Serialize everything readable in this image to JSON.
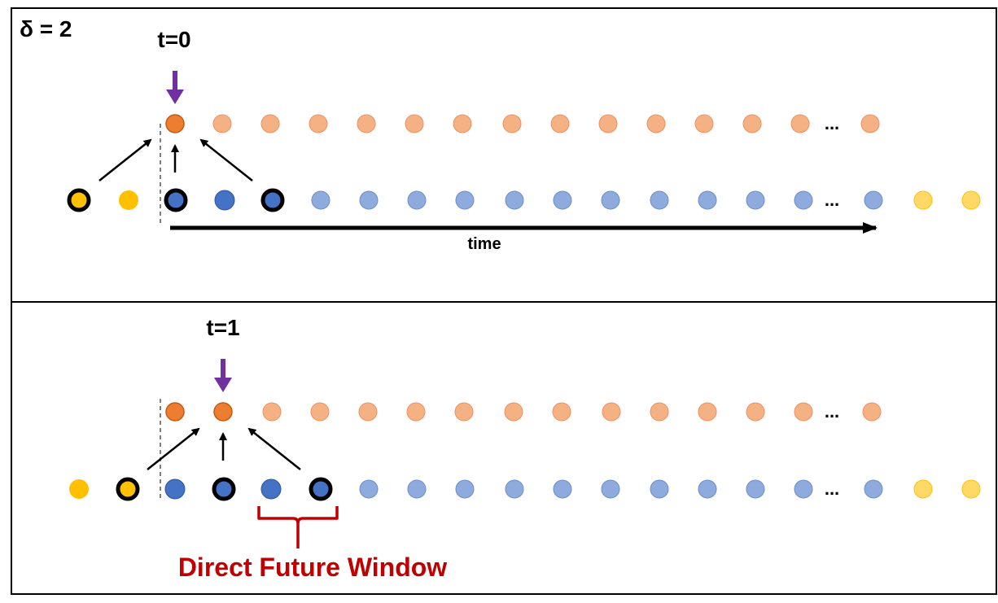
{
  "title": "δ = 2",
  "colors": {
    "orange_active": "#ED7D31",
    "orange_faded": "#F4B183",
    "blue_active": "#4472C4",
    "blue_faded": "#8FAADC",
    "yellow_active": "#FFC000",
    "yellow_faded": "#FFD966",
    "highlight_ring": "#000000",
    "pointer_arrow": "#7030A0",
    "window_brace": "#C00000",
    "dashed_line": "#7F7F7F"
  },
  "panels": [
    {
      "time_label": "t=0",
      "output_ellipsis": "...",
      "input_ellipsis": "...",
      "axis_label": "time"
    },
    {
      "time_label": "t=1",
      "output_ellipsis": "...",
      "input_ellipsis": "...",
      "window_label": "Direct Future Window"
    }
  ]
}
